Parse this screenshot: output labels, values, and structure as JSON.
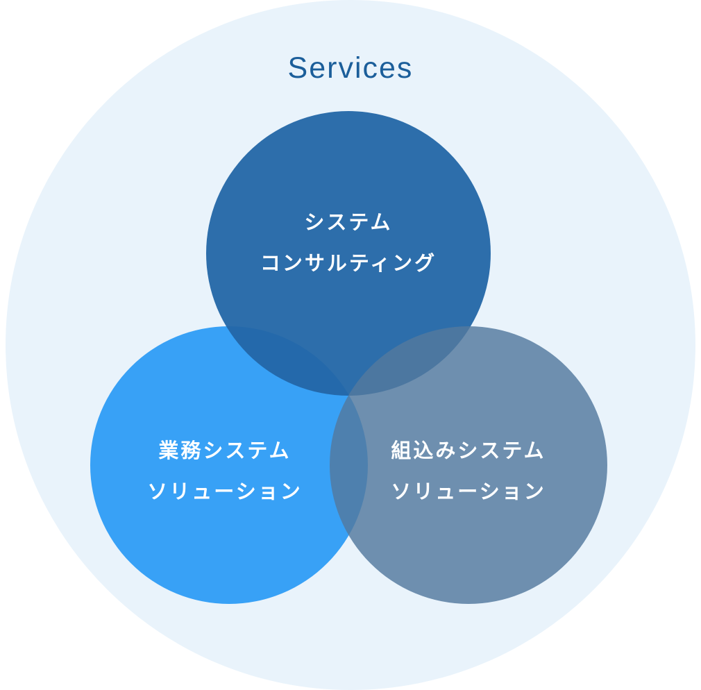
{
  "diagram": {
    "title": "Services",
    "colors": {
      "page_background": "#ffffff",
      "backdrop_circle": "#e9f3fb",
      "title_text": "#1b5e9a",
      "top_circle": "#2d6dab",
      "left_circle": "#38a1f6",
      "right_circle": "#6e8fae",
      "circle_text": "#ffffff"
    },
    "circles": [
      {
        "id": "system-consulting",
        "line1": "システム",
        "line2": "コンサルティング"
      },
      {
        "id": "business-system-solution",
        "line1": "業務システム",
        "line2": "ソリューション"
      },
      {
        "id": "embedded-system-solution",
        "line1": "組込みシステム",
        "line2": "ソリューション"
      }
    ]
  }
}
